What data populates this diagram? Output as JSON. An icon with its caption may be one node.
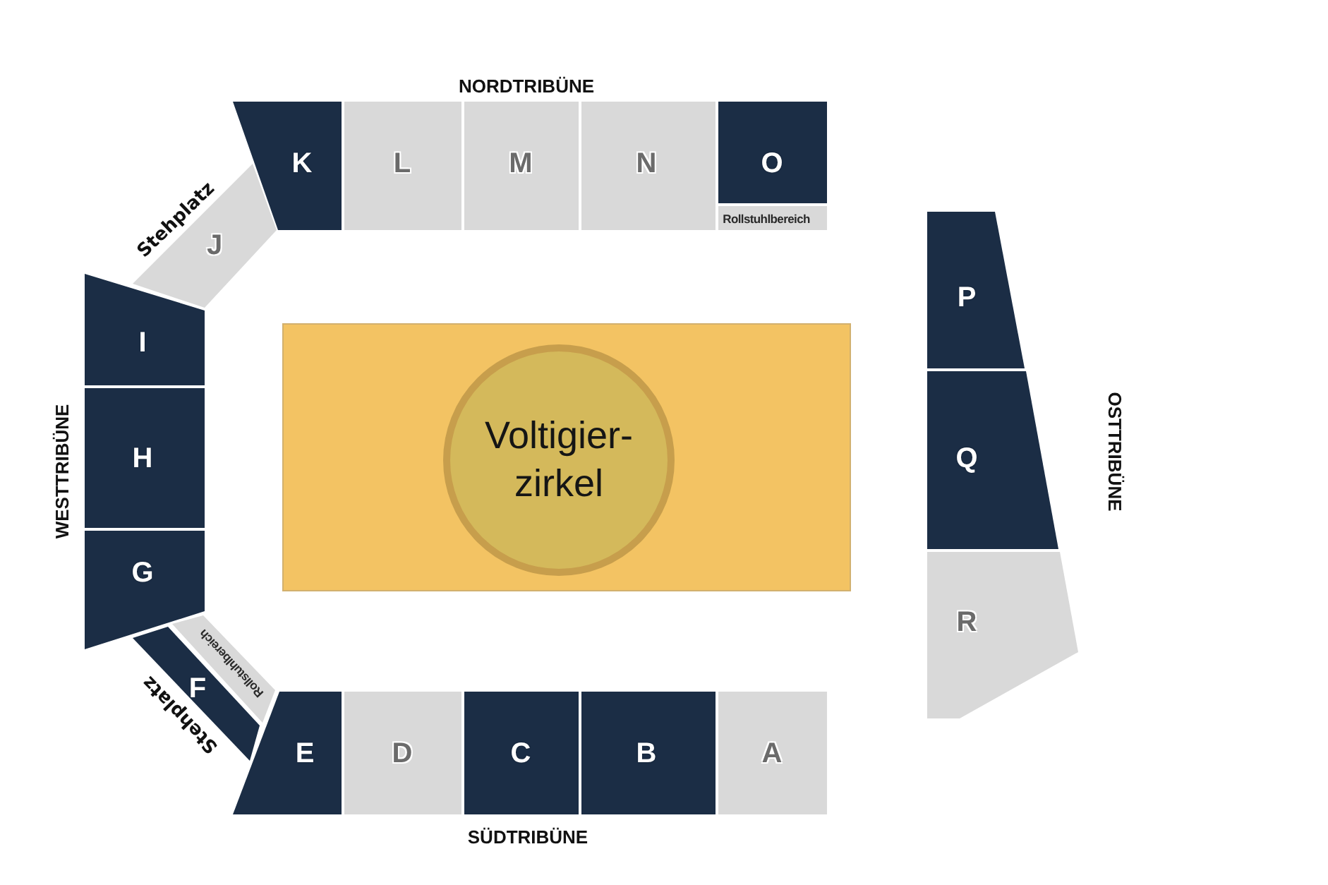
{
  "diagram": {
    "nodes": [
      {
        "text": [
          "K"
        ]
      },
      {
        "text": [
          "L"
        ]
      },
      {
        "text": [
          "M"
        ]
      },
      {
        "text": [
          "N"
        ]
      },
      {
        "text": [
          "O"
        ]
      },
      {
        "text": [
          "Rollstuhlbereich"
        ]
      },
      {
        "text": [
          "J"
        ],
        "beside": [
          "Stehplatz"
        ]
      },
      {
        "text": [
          "I"
        ]
      },
      {
        "text": [
          "H"
        ]
      },
      {
        "text": [
          "G"
        ]
      },
      {
        "text": [
          "Rollstuhlbereich"
        ]
      },
      {
        "text": [
          "F"
        ],
        "beside": [
          "Stehplatz"
        ]
      },
      {
        "text": [
          "E"
        ]
      },
      {
        "text": [
          "D"
        ]
      },
      {
        "text": [
          "C"
        ]
      },
      {
        "text": [
          "B"
        ]
      },
      {
        "text": [
          "A"
        ]
      },
      {
        "text": [
          "P"
        ]
      },
      {
        "text": [
          "Q"
        ]
      },
      {
        "text": [
          "R"
        ]
      },
      {
        "text": [],
        "shape": "box"
      },
      {
        "text": [
          "Voltigier- zirkel"
        ],
        "in": 20
      }
    ],
    "labels": [
      "NORDTRIBÜNE",
      "WESTTRIBÜNE",
      "OSTTRIBÜNE",
      "SÜDTRIBÜNE"
    ]
  }
}
